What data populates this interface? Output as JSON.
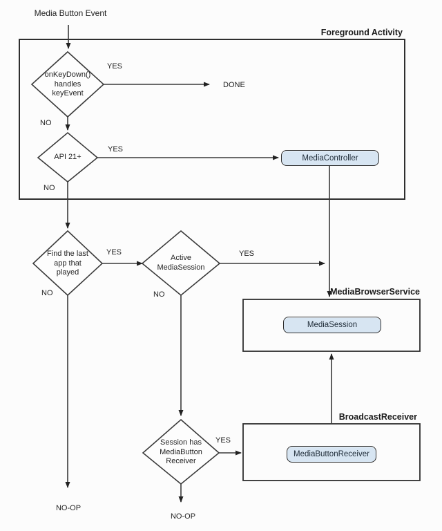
{
  "diagram_title": "Media Button Event",
  "colors": {
    "node_fill": "#d7e5f2",
    "node_border": "#2e2e2e",
    "line": "#3a3a3a",
    "text": "#222222",
    "background": "#fcfcfc"
  },
  "containers": {
    "foreground_activity": {
      "label": "Foreground Activity"
    },
    "media_browser_service": {
      "label": "MediaBrowserService"
    },
    "broadcast_receiver": {
      "label": "BroadcastReceiver"
    }
  },
  "decisions": {
    "onkeydown": {
      "label": "onKeyDown() handles keyEvent"
    },
    "api21": {
      "label": "API 21+"
    },
    "find_last_app": {
      "label": "Find the last app that played"
    },
    "active_media_session": {
      "label": "Active MediaSession"
    },
    "session_has_receiver": {
      "label": "Session has MediaButton Receiver"
    }
  },
  "nodes": {
    "media_controller": {
      "label": "MediaController"
    },
    "media_session": {
      "label": "MediaSession"
    },
    "media_button_receiver": {
      "label": "MediaButtonReceiver"
    }
  },
  "edge_labels": {
    "onkeydown_yes": "YES",
    "onkeydown_done": "DONE",
    "onkeydown_no": "NO",
    "api21_yes": "YES",
    "api21_no": "NO",
    "find_yes": "YES",
    "find_no": "NO",
    "active_yes": "YES",
    "active_no": "NO",
    "session_yes": "YES",
    "noop_left": "NO-OP",
    "noop_right": "NO-OP"
  }
}
